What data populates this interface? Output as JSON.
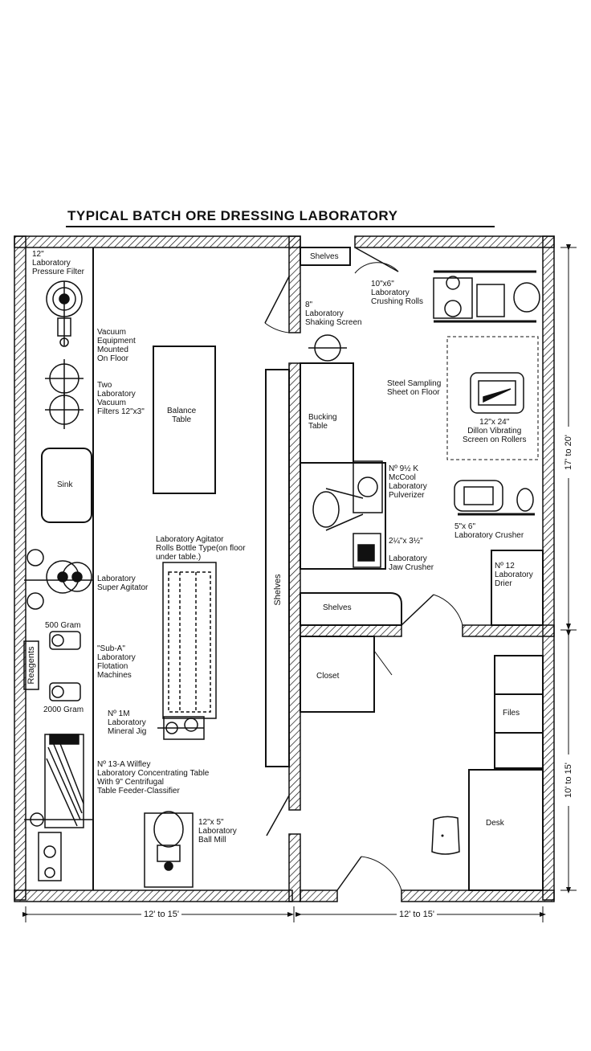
{
  "title": "TYPICAL BATCH ORE DRESSING LABORATORY",
  "labels": {
    "pressure_filter": "12\"\nLaboratory\nPressure Filter",
    "vacuum_equipment": "Vacuum\nEquipment\nMounted\nOn Floor",
    "vacuum_filters": "Two\nLaboratory\nVacuum\nFilters 12\"x3\"",
    "balance_table": "Balance\nTable",
    "sink": "Sink",
    "super_agitator": "Laboratory\nSuper Agitator",
    "agitator_rolls": "Laboratory Agitator\nRolls Bottle Type(on floor\nunder table.)",
    "gram_500": "500 Gram",
    "gram_2000": "2000 Gram",
    "reagents": "Reagents",
    "flotation": "\"Sub-A\"\nLaboratory\nFlotation\nMachines",
    "mineral_jig": "Nº 1M\nLaboratory\nMineral Jig",
    "concentrating_table": "Nº 13-A        Wilfley\nLaboratory Concentrating Table\nWith 9\" Centrifugal\nTable Feeder-Classifier",
    "ball_mill": "12\"x 5\"\nLaboratory\nBall Mill",
    "shelves_vertical": "Shelves",
    "shelves_top": "Shelves",
    "shaking_screen": "8\"\nLaboratory\nShaking Screen",
    "crushing_rolls": "10\"x6\"\nLaboratory\nCrushing Rolls",
    "steel_sheet": "Steel Sampling\nSheet on Floor",
    "dillon_screen": "12\"x 24\"\nDillon Vibrating\nScreen on Rollers",
    "bucking_table": "Bucking\nTable",
    "pulverizer": "Nº 9½ K\n         McCool\nLaboratory\nPulverizer",
    "laboratory_crusher": "5\"x 6\"\nLaboratory Crusher",
    "jaw_crusher": "2¼\"x 3½\"\n\nLaboratory\nJaw Crusher",
    "drier": "Nº 12\nLaboratory\nDrier",
    "shelves_mid": "Shelves",
    "closet": "Closet",
    "files": "Files",
    "desk": "Desk"
  },
  "dimensions": {
    "bottom_left": "12' to 15'",
    "bottom_right": "12' to 15'",
    "right_upper": "17' to 20'",
    "right_lower": "10' to 15'"
  }
}
